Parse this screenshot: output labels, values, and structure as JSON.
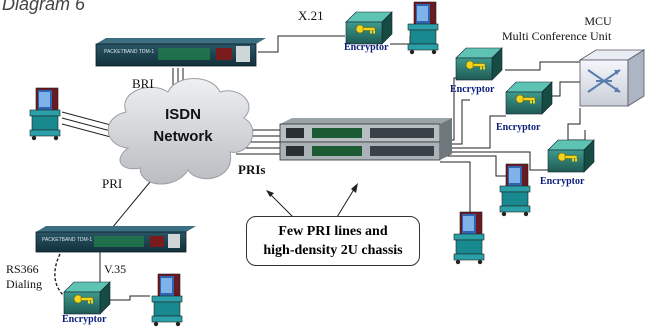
{
  "title": "Diagram 6",
  "labels": {
    "x21": "X.21",
    "bri": "BRI",
    "pri": "PRI",
    "pris": "PRIs",
    "rs366": "RS366",
    "dialing": "Dialing",
    "v35": "V.35"
  },
  "isdn": {
    "line1": "ISDN",
    "line2": "Network"
  },
  "mcu": {
    "line1": "MCU",
    "line2": "Multi Conference Unit"
  },
  "encryptor_label": "Encryptor",
  "device_brand": "PACKETBAND TDM-1",
  "callout": {
    "line1": "Few PRI lines and",
    "line2": "high-density 2U chassis"
  },
  "colors": {
    "cloud": "#d4d6d8",
    "device": "#1b3f4d",
    "encryptor": "#2f7c73",
    "text_encryptor": "#0b1d7a"
  }
}
